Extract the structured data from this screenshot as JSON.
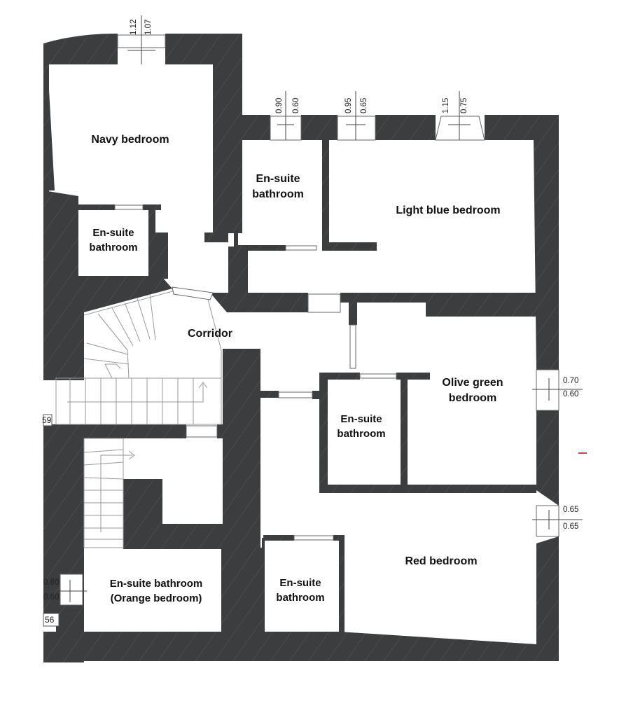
{
  "rooms": {
    "navy_bedroom": "Navy bedroom",
    "ensuite_navy": "En-suite\nbathroom",
    "ensuite_top": "En-suite\nbathroom",
    "light_blue_bedroom": "Light blue bedroom",
    "corridor": "Corridor",
    "olive_green_bedroom": "Olive green\nbedroom",
    "ensuite_olive": "En-suite\nbathroom",
    "red_bedroom": "Red bedroom",
    "ensuite_orange": "En-suite bathroom\n(Orange bedroom)",
    "ensuite_red": "En-suite\nbathroom"
  },
  "window_dims": {
    "w1_a": "1.12",
    "w1_b": "1.07",
    "w2_a": "0.90",
    "w2_b": "0.60",
    "w3_a": "0.95",
    "w3_b": "0.65",
    "w4_a": "1.15",
    "w4_b": "0.75",
    "w5_a": "0.70",
    "w5_b": "0.60",
    "w6_a": "0.65",
    "w6_b": "0.65",
    "w7_a": "0.80",
    "w7_b": "0.60"
  },
  "edge_tags": {
    "tag_59": "59",
    "tag_56": "56"
  },
  "colors": {
    "wall": "#3c3d3f",
    "hatch": "#5a5b5d",
    "floor": "#ffffff",
    "accent_mark": "#e0452b"
  }
}
